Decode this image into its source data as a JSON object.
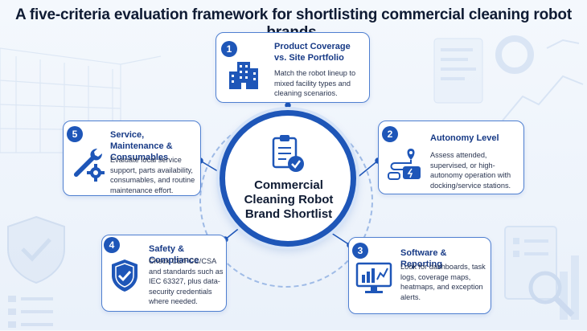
{
  "title": "A five-criteria evaluation framework for shortlisting commercial cleaning robot brands.",
  "hub": {
    "title": "Commercial Cleaning Robot Brand Shortlist",
    "icon": "clipboard-check-icon"
  },
  "criteria": [
    {
      "number": "1",
      "title": "Product Coverage vs. Site Portfolio",
      "description": "Match the robot lineup to mixed facility types and cleaning scenarios.",
      "icon": "office-building-icon"
    },
    {
      "number": "2",
      "title": "Autonomy Level",
      "description": "Assess attended, supervised, or high-autonomy operation with docking/service stations.",
      "icon": "route-dock-icon"
    },
    {
      "number": "3",
      "title": "Software & Reporting",
      "description": "Look for dashboards, task logs, coverage maps, heatmaps, and exception alerts.",
      "icon": "dashboard-monitor-icon"
    },
    {
      "number": "4",
      "title": "Safety & Compliance",
      "description": "Check CE/FCC/CSA and standards such as IEC 63327, plus data-security credentials where needed.",
      "icon": "shield-check-icon"
    },
    {
      "number": "5",
      "title": "Service, Maintenance & Consumables",
      "description": "Evaluate local service support, parts availability, consumables, and routine maintenance effort.",
      "icon": "wrench-gear-icon"
    }
  ],
  "colors": {
    "primary": "#1e56b8",
    "title_text": "#173a86",
    "card_border": "#4f7fd0"
  }
}
